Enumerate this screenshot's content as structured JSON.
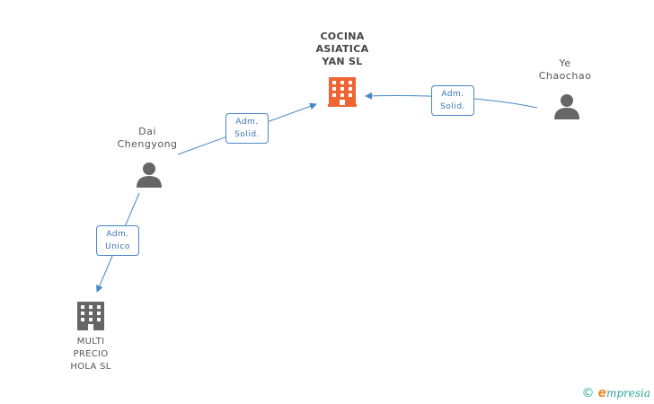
{
  "nodes": {
    "cocina": {
      "label_lines": [
        "COCINA",
        "ASIATICA",
        "YAN SL"
      ],
      "color": "#f06434"
    },
    "multi": {
      "label_lines": [
        "MULTI",
        "PRECIO",
        "HOLA SL"
      ],
      "color": "#666666"
    },
    "dai": {
      "label_lines": [
        "Dai",
        "Chengyong"
      ]
    },
    "ye": {
      "label_lines": [
        "Ye",
        "Chaochao"
      ]
    }
  },
  "edges": {
    "dai_cocina": {
      "role_lines": [
        "Adm.",
        "Solid."
      ]
    },
    "ye_cocina": {
      "role_lines": [
        "Adm.",
        "Solid."
      ]
    },
    "dai_multi": {
      "role_lines": [
        "Adm.",
        "Unico"
      ]
    }
  },
  "colors": {
    "edge": "#4a86c8",
    "person": "#666666"
  },
  "brand": {
    "copyright": "©",
    "initial": "e",
    "rest": "mpresia"
  }
}
